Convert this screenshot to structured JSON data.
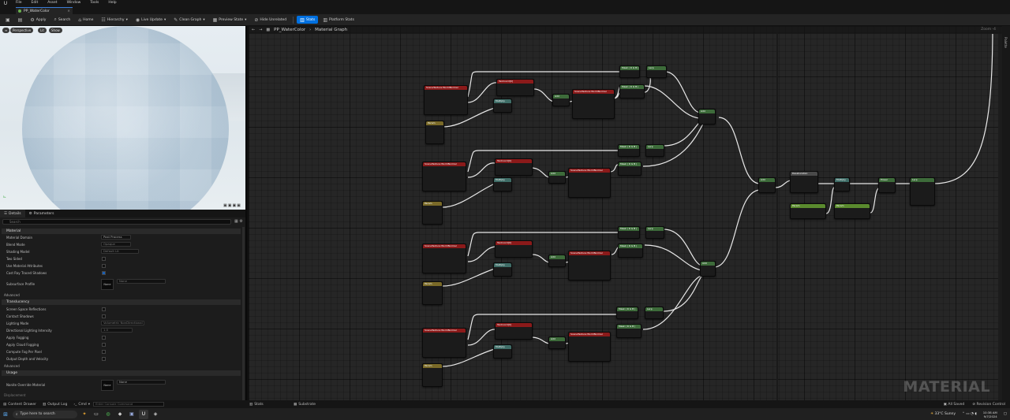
{
  "menubar": {
    "logo": "U",
    "items": [
      "File",
      "Edit",
      "Asset",
      "Window",
      "Tools",
      "Help"
    ]
  },
  "tab": {
    "title": "PP_WaterColor",
    "close": "×"
  },
  "toolbar": {
    "apply": "Apply",
    "search": "Search",
    "home": "Home",
    "hierarchy": "Hierarchy",
    "live_update": "Live Update",
    "clean_graph": "Clean Graph",
    "preview_state": "Preview State",
    "hide_unrelated": "Hide Unrelated",
    "stats": "Stats",
    "platform_stats": "Platform Stats"
  },
  "viewport": {
    "perspective": "Perspective",
    "lit": "Lit",
    "show": "Show"
  },
  "details": {
    "tab_details": "Details",
    "tab_parameters": "Parameters",
    "search_placeholder": "Search",
    "sections": {
      "material": "Material",
      "translucency": "Translucency",
      "usage": "Usage",
      "displacement": "Displacement"
    },
    "rows": [
      {
        "label": "Material Domain",
        "value": "Post Process"
      },
      {
        "label": "Blend Mode",
        "value": "Opaque"
      },
      {
        "label": "Shading Model",
        "value": "Default Lit"
      },
      {
        "label": "Two Sided"
      },
      {
        "label": "Use Material Attributes"
      },
      {
        "label": "Cast Ray Traced Shadows"
      },
      {
        "label": "Subsurface Profile",
        "value": "None"
      }
    ],
    "advanced": "Advanced",
    "trans_rows": [
      {
        "label": "Screen Space Reflections"
      },
      {
        "label": "Contact Shadows"
      },
      {
        "label": "Lighting Mode",
        "value": "Volumetric NonDirectional"
      },
      {
        "label": "Directional Lighting Intensity",
        "value": "1.0"
      },
      {
        "label": "Apply Fogging"
      },
      {
        "label": "Apply Cloud Fogging"
      },
      {
        "label": "Compute Fog Per Pixel"
      },
      {
        "label": "Output Depth and Velocity"
      }
    ],
    "usage_rows": [
      {
        "label": "Nanite Override Material",
        "value": "None"
      }
    ],
    "none_thumb": "None"
  },
  "graph": {
    "asset": "PP_WaterColor",
    "section": "Material Graph",
    "zoom": "Zoom -4",
    "watermark": "MATERIAL",
    "side_label": "Palette"
  },
  "statusbar": {
    "content_drawer": "Content Drawer",
    "output_log": "Output Log",
    "cmd": "Cmd",
    "cmd_placeholder": "Enter Console Command",
    "stats": "Stats",
    "substrate": "Substrate",
    "all_saved": "All Saved",
    "revision_control": "Revision Control"
  },
  "taskbar": {
    "search": "Type here to search",
    "weather": "33°C  Sunny",
    "time": "10:38 AM",
    "date": "9/7/2024"
  }
}
